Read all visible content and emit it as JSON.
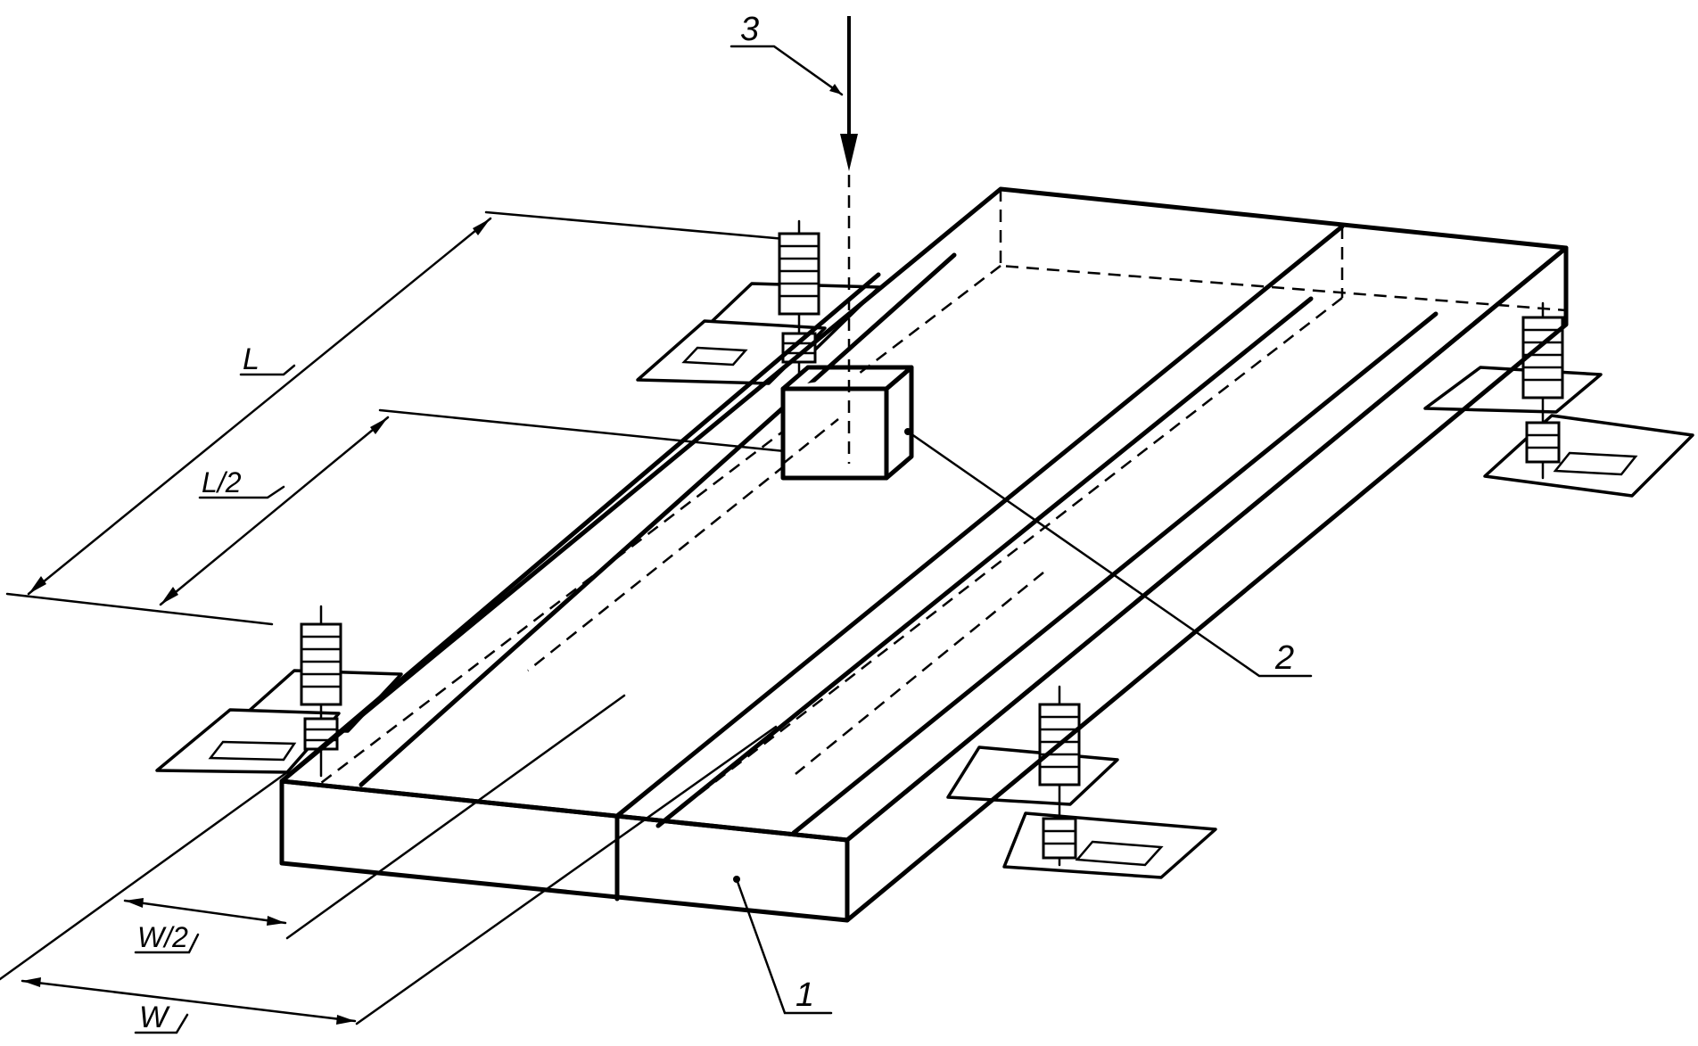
{
  "drawing": {
    "labels": {
      "part_1": "1",
      "part_2": "2",
      "part_3": "3",
      "length": "L",
      "half_length": "L/2",
      "width": "W",
      "half_width": "W/2"
    },
    "ink_color": "#000000",
    "paper_color": "#ffffff"
  }
}
